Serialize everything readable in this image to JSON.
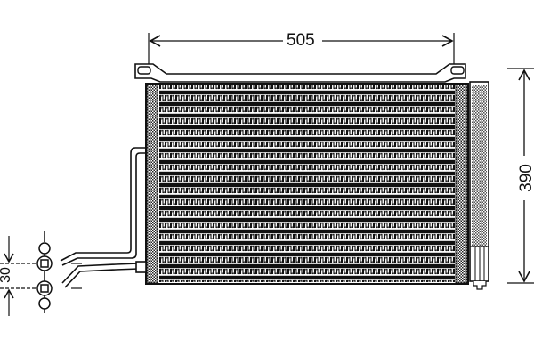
{
  "diagram": {
    "subject": "AC condenser technical drawing",
    "dimensions": {
      "width": "505",
      "height": "390",
      "pipe_spacing": "30"
    },
    "core": {
      "fin_rows": 17
    },
    "colors": {
      "line": "#111111",
      "background": "#ffffff",
      "hatch": "#777777"
    }
  }
}
